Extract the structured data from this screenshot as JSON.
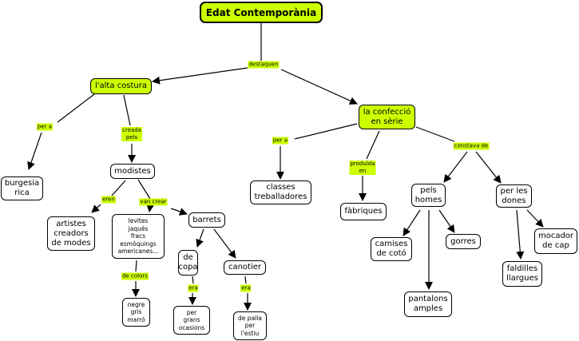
{
  "title": "Edat Contemporània",
  "nodes": {
    "alta_costura": "l'alta costura",
    "confeccio": "la confecció\nen sèrie",
    "burgesia": "burgesia\nrica",
    "modistes": "modistes",
    "classes": "classes\ntreballadores",
    "fabriques": "fàbriques",
    "pels_homes": "pels\nhomes",
    "per_les_dones": "per les\ndones",
    "artistes": "artistes\ncreadors\nde modes",
    "levites": "levites\njaqués\nfracs\nesmòquings\namericanes...",
    "barrets": "barrets",
    "de_copa": "de\ncopa",
    "canotier": "canotier",
    "camises": "camises\nde cotó",
    "gorres": "gorres",
    "mocador": "mocador\nde cap",
    "faldilles": "faldilles\nllargues",
    "pantalons": "pantalons\namples",
    "colors": "negre\ngris\nmarró",
    "grans_ocasions": "per\ngrans\nocasions",
    "palla": "de palla\nper\nl'estiu"
  },
  "links": {
    "destaquen": "destaquen",
    "per_a_1": "per a",
    "creada_pels": "creada\npels",
    "eren": "eren",
    "van_crear": "van crear",
    "de_colors": "de colors",
    "era_1": "era",
    "era_2": "era",
    "per_a_2": "per a",
    "produida_en": "produïda\nen",
    "constava_de": "constava de"
  },
  "colors": {
    "highlight": "#ccff00",
    "border": "#000000"
  }
}
